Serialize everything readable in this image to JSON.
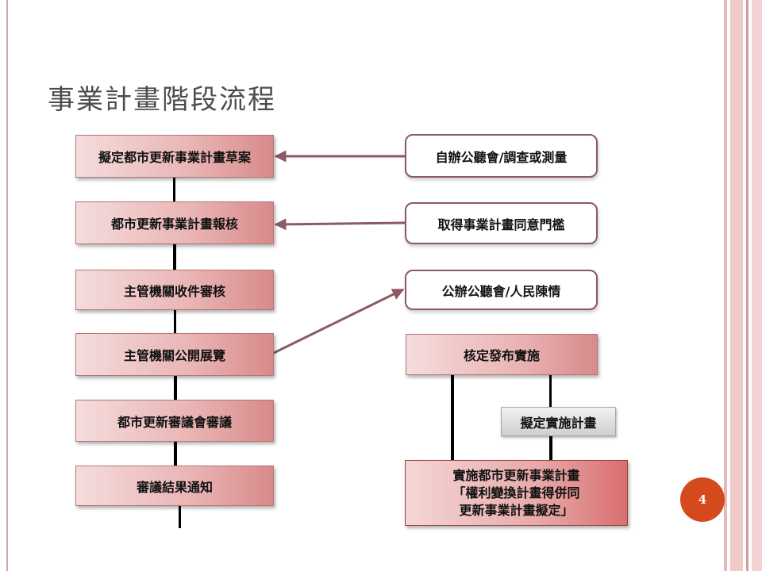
{
  "title": "事業計畫階段流程",
  "left_steps": [
    "擬定都市更新事業計畫草案",
    "都市更新事業計畫報核",
    "主管機關收件審核",
    "主管機關公開展覽",
    "都市更新審議會審議",
    "審議結果通知"
  ],
  "right_inputs": [
    "自辦公聽會/調查或測量",
    "取得事業計畫同意門檻",
    "公辦公聽會/人民陳情"
  ],
  "approval": "核定發布實施",
  "draft_plan": "擬定實施計畫",
  "implement": {
    "line1": "實施都市更新事業計畫",
    "line2": "「權利變換計畫得併同",
    "line3": "更新事業計畫擬定」"
  },
  "page_number": "4",
  "colors": {
    "accent": "#d4491d",
    "box_border": "#8b5a63",
    "arrow": "#8b5a63"
  }
}
